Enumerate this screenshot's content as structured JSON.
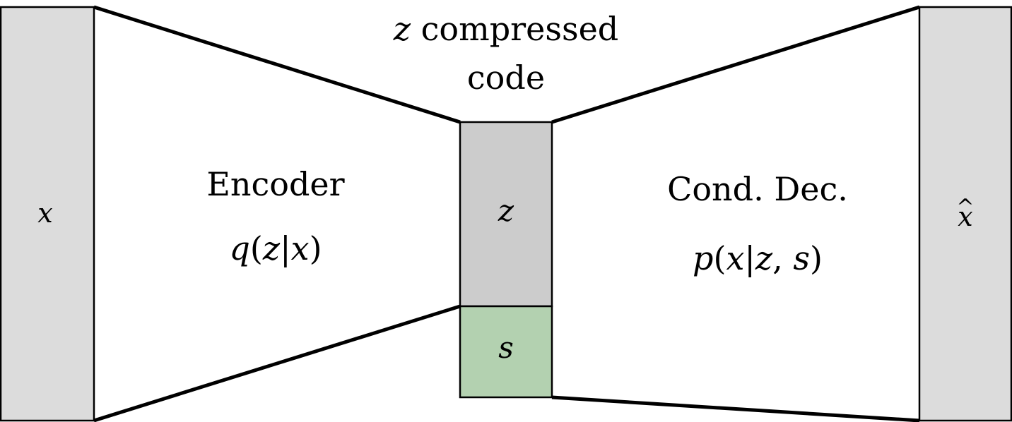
{
  "input": {
    "symbol": "x",
    "fill": "#dcdcdc"
  },
  "encoder": {
    "title": "Encoder",
    "formula": {
      "func": "q",
      "open": "(",
      "var": "z",
      "bar": "|",
      "given": "x",
      "close": ")"
    }
  },
  "bottleneck": {
    "caption_symbol": "z",
    "caption_line1_text": " compressed",
    "caption_line2": "code",
    "z_block": {
      "symbol": "z",
      "fill": "#cccccc"
    },
    "s_block": {
      "symbol": "s",
      "fill": "#b3d1b0"
    }
  },
  "decoder": {
    "title": "Cond. Dec.",
    "formula": {
      "func": "p",
      "open": "(",
      "var": "x",
      "bar": "|",
      "given1": "z",
      "comma": ", ",
      "given2": "s",
      "close": ")"
    }
  },
  "output": {
    "symbol": "x",
    "hat": "^",
    "fill": "#dcdcdc"
  },
  "colors": {
    "stroke": "#000000",
    "background": "#ffffff"
  }
}
